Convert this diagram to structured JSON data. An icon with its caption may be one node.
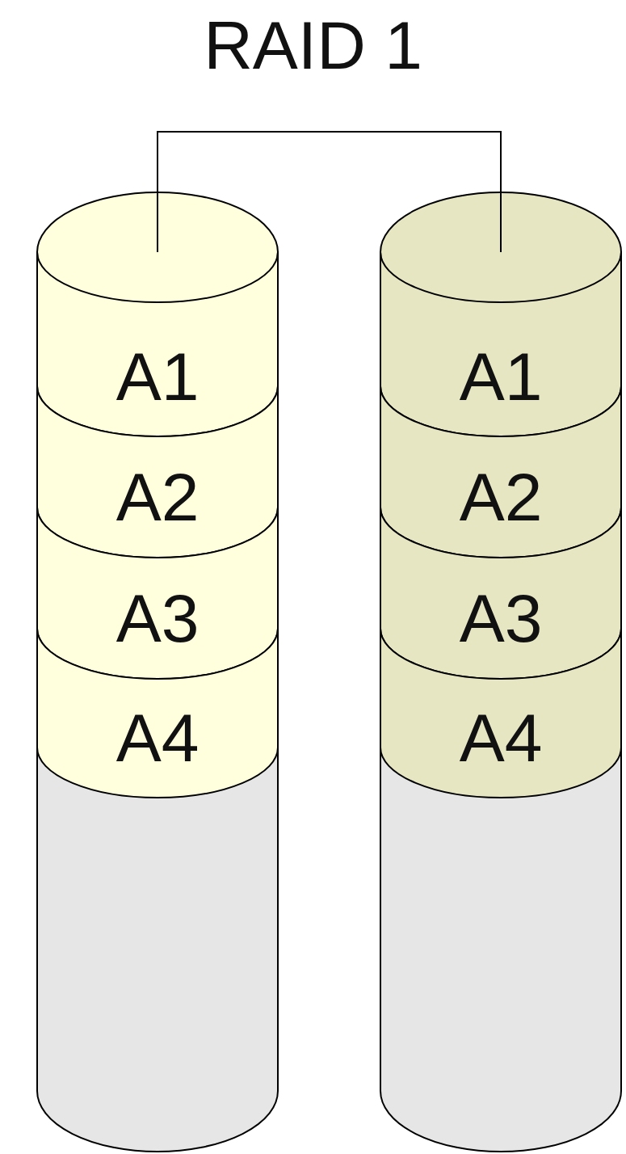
{
  "diagram": {
    "title": "RAID 1",
    "nodes": [
      {
        "text": [],
        "shape": "cylinder"
      },
      {
        "text": [
          "A1"
        ],
        "in": 0
      },
      {
        "text": [
          "A2"
        ],
        "in": 0
      },
      {
        "text": [
          "A3"
        ],
        "in": 0
      },
      {
        "text": [
          "A4"
        ],
        "in": 0
      },
      {
        "text": [],
        "shape": "cylinder"
      },
      {
        "text": [
          "A1"
        ],
        "in": 5
      },
      {
        "text": [
          "A2"
        ],
        "in": 5
      },
      {
        "text": [
          "A3"
        ],
        "in": 5
      },
      {
        "text": [
          "A4"
        ],
        "in": 5
      }
    ],
    "edges": [
      {
        "from": 0,
        "to": 5,
        "arrow": "none"
      }
    ]
  }
}
